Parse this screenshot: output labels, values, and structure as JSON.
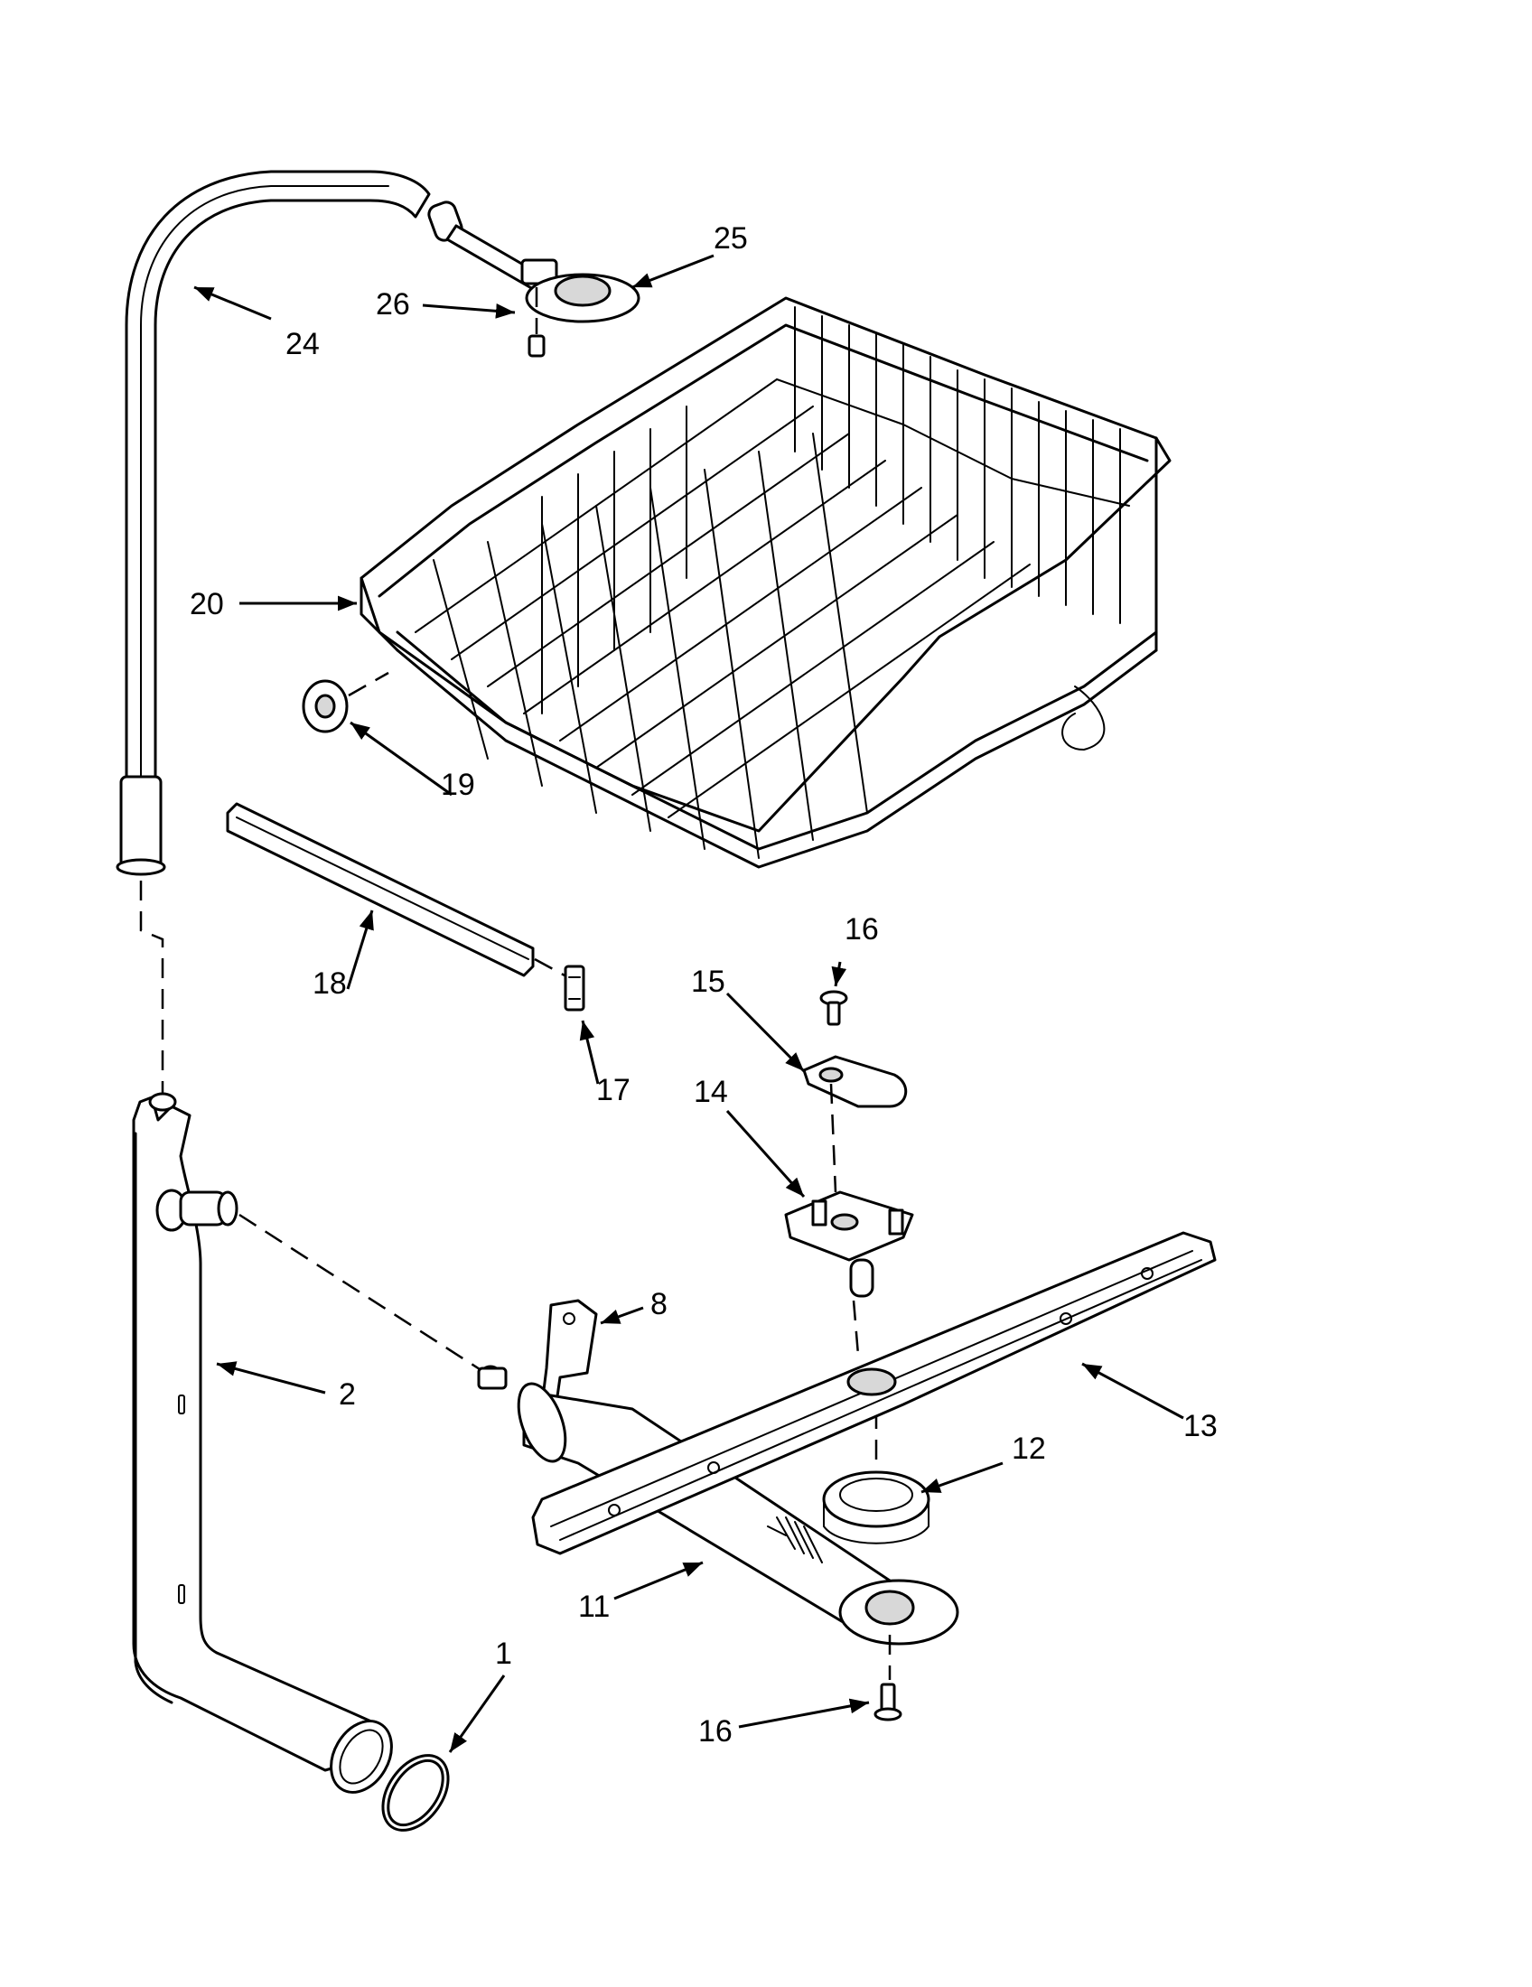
{
  "callouts": {
    "c1": "1",
    "c2": "2",
    "c8": "8",
    "c11": "11",
    "c12": "12",
    "c13": "13",
    "c14": "14",
    "c15": "15",
    "c16_top": "16",
    "c16_bottom": "16",
    "c17": "17",
    "c18": "18",
    "c19": "19",
    "c20": "20",
    "c24": "24",
    "c25": "25",
    "c26": "26"
  }
}
